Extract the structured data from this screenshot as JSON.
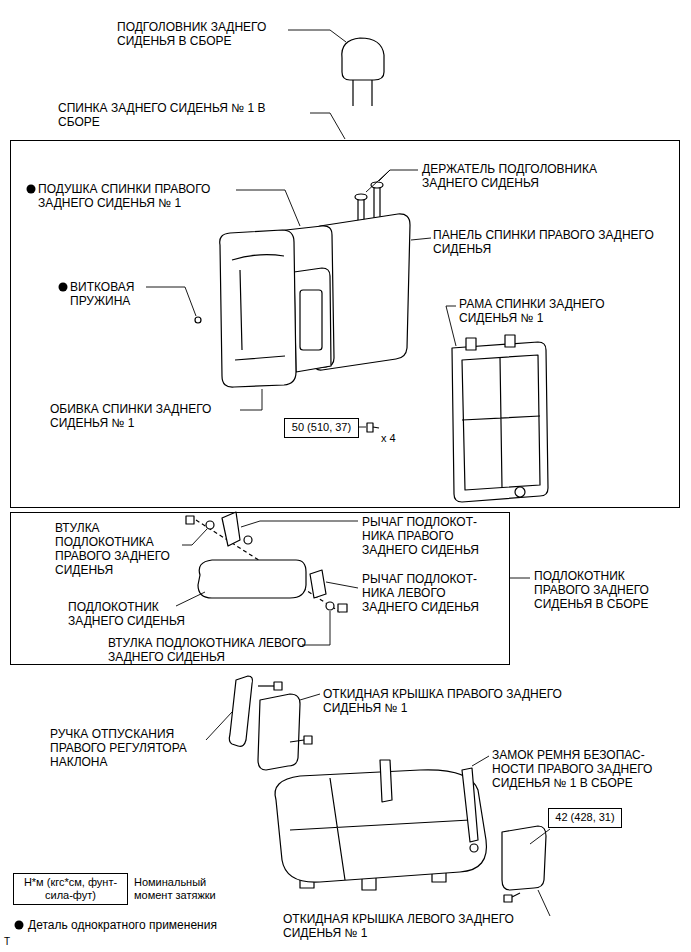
{
  "diagram": {
    "nodes": [
      {
        "text": [
          "СПИНКА ЗАДНЕГО СИДЕНЬЯ № 1 В СБОРЕ"
        ]
      },
      {
        "text": [
          "50 (510, 37)"
        ],
        "in": 0
      },
      {
        "text": [
          "ПОДЛОКОТНИК ПРАВОГО ЗАДНЕГО СИДЕНЬЯ В СБОРЕ"
        ]
      },
      {
        "text": [
          "42 (428, 31)"
        ]
      },
      {
        "text": [
          "Н*м (кгс*см, фунт-сила-фут)"
        ]
      }
    ],
    "labels": [
      "ПОДГОЛОВНИК ЗАДНЕГО СИДЕНЬЯ В СБОРЕ",
      "ПОДУШКА СПИНКИ ПРАВОГО ЗАДНЕГО СИДЕНЬЯ № 1",
      "ДЕРЖАТЕЛЬ ПОДГОЛОВНИКА ЗАДНЕГО СИДЕНЬЯ",
      "ПАНЕЛЬ СПИНКИ ПРАВОГО ЗАДНЕГО СИДЕНЬЯ",
      "ВИТКОВАЯ ПРУЖИНА",
      "РАМА СПИНКИ ЗАДНЕГО СИДЕНЬЯ № 1",
      "x 4",
      "ОБИВКА СПИНКИ ЗАДНЕГО СИДЕНЬЯ № 1",
      "ВТУЛКА ПОДЛОКОТНИКА ПРАВОГО ЗАДНЕГО СИДЕНЬЯ",
      "РЫЧАГ ПОДЛОКОТ- НИКА ПРАВОГО ЗАДНЕГО СИДЕНЬЯ",
      "ПОДЛОКОТНИК ЗАДНЕГО СИДЕНЬЯ",
      "РЫЧАГ ПОДЛОКОТ- НИКА ЛЕВОГО ЗАДНЕГО СИДЕНЬЯ",
      "ВТУЛКА ПОДЛОКОТНИКА ЛЕВОГО ЗАДНЕГО СИДЕНЬЯ",
      "ОТКИДНАЯ КРЫШКА ПРАВОГО ЗАДНЕГО СИДЕНЬЯ № 1",
      "РУЧКА ОТПУСКАНИЯ ПРАВОГО РЕГУЛЯТОРА НАКЛОНА",
      "ЗАМОК РЕМНЯ БЕЗОПАС- НОСТИ ПРАВОГО ЗАДНЕГО СИДЕНЬЯ № 1 В СБОРЕ",
      "ОТКИДНАЯ КРЫШКА ЛЕВОГО ЗАДНЕГО СИДЕНЬЯ № 1",
      "T"
    ],
    "legend": [
      {
        "text": "Номинальный момент затяжки"
      },
      {
        "text": "Деталь однократного применения"
      }
    ]
  }
}
